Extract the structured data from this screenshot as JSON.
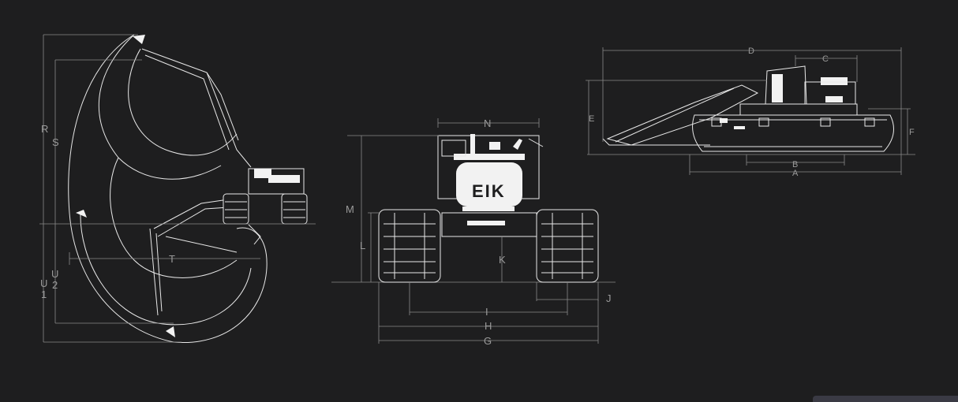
{
  "brand": "EIK",
  "dimension_labels": {
    "R": "R",
    "S": "S",
    "T": "T",
    "U1": "U",
    "U1_sub": "1",
    "U2": "U",
    "U2_sub": "2",
    "M": "M",
    "L": "L",
    "K": "K",
    "N": "N",
    "J": "J",
    "I": "I",
    "H": "H",
    "G": "G",
    "D": "D",
    "C": "C",
    "E": "E",
    "F": "F",
    "B": "B",
    "A": "A"
  },
  "colors": {
    "background": "#1e1e1f",
    "line": "#e8e8e8",
    "dimension": "#9a9a9a"
  }
}
